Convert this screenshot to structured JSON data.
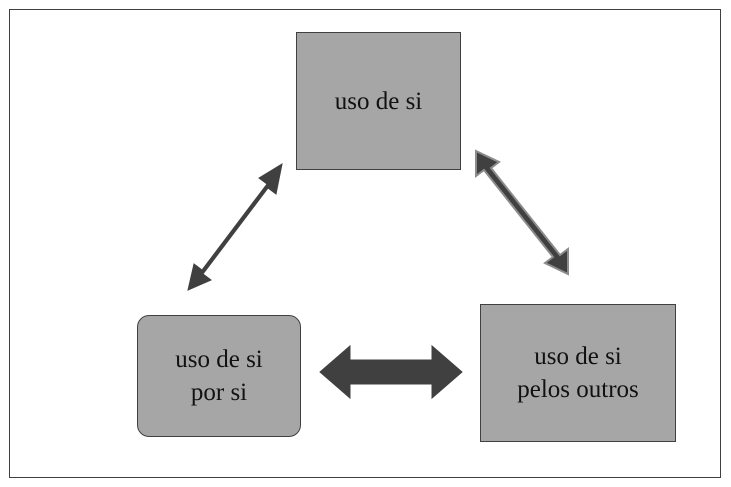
{
  "diagram": {
    "nodes": [
      {
        "id": "top",
        "label": "uso de si"
      },
      {
        "id": "left",
        "label": "uso de si\npor si"
      },
      {
        "id": "right",
        "label": "uso de si\npelos outros"
      }
    ],
    "edges": [
      {
        "from": "left",
        "to": "top",
        "direction": "both"
      },
      {
        "from": "top",
        "to": "right",
        "direction": "both"
      },
      {
        "from": "left",
        "to": "right",
        "direction": "both"
      }
    ],
    "colors": {
      "node_fill": "#a6a6a6",
      "node_border": "#404040",
      "arrow_fill": "#404040",
      "arrow_outline_light": "#8c8c8c",
      "frame_border": "#404040"
    }
  }
}
